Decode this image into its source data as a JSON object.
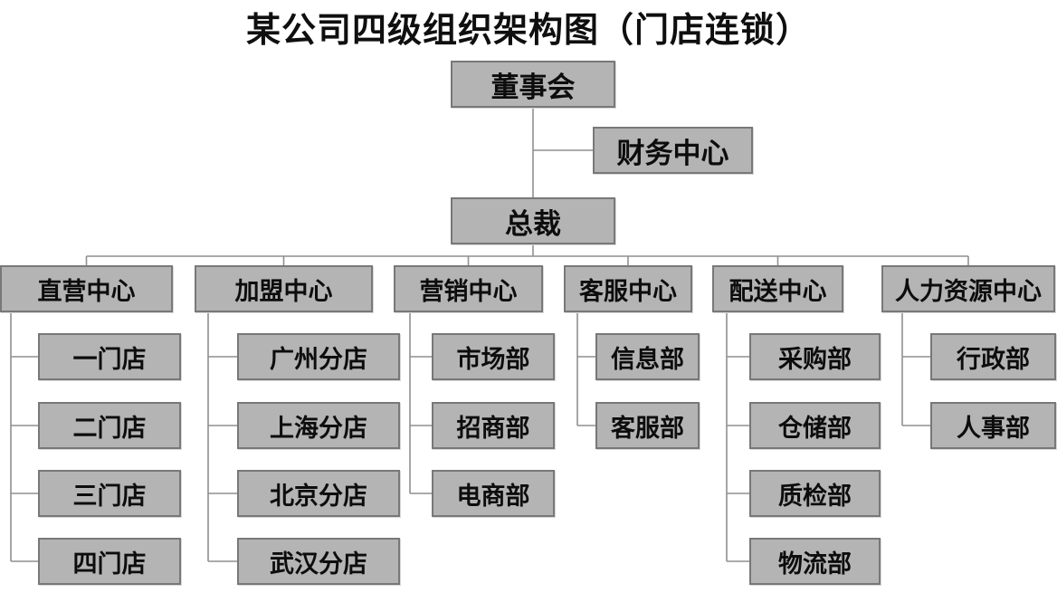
{
  "title": "某公司四级组织架构图（门店连锁）",
  "colors": {
    "background": "#ffffff",
    "box_fill": "#b4b4b4",
    "box_border": "#787878",
    "connector_line": "#8f8f8f",
    "text": "#0d0d0d"
  },
  "org": {
    "board": {
      "label": "董事会"
    },
    "finance": {
      "label": "财务中心"
    },
    "president": {
      "label": "总裁"
    },
    "centers": [
      {
        "label": "直营中心",
        "children": [
          "一门店",
          "二门店",
          "三门店",
          "四门店"
        ]
      },
      {
        "label": "加盟中心",
        "children": [
          "广州分店",
          "上海分店",
          "北京分店",
          "武汉分店"
        ]
      },
      {
        "label": "营销中心",
        "children": [
          "市场部",
          "招商部",
          "电商部"
        ]
      },
      {
        "label": "客服中心",
        "children": [
          "信息部",
          "客服部"
        ]
      },
      {
        "label": "配送中心",
        "children": [
          "采购部",
          "仓储部",
          "质检部",
          "物流部"
        ]
      },
      {
        "label": "人力资源中心",
        "children": [
          "行政部",
          "人事部"
        ]
      }
    ]
  }
}
